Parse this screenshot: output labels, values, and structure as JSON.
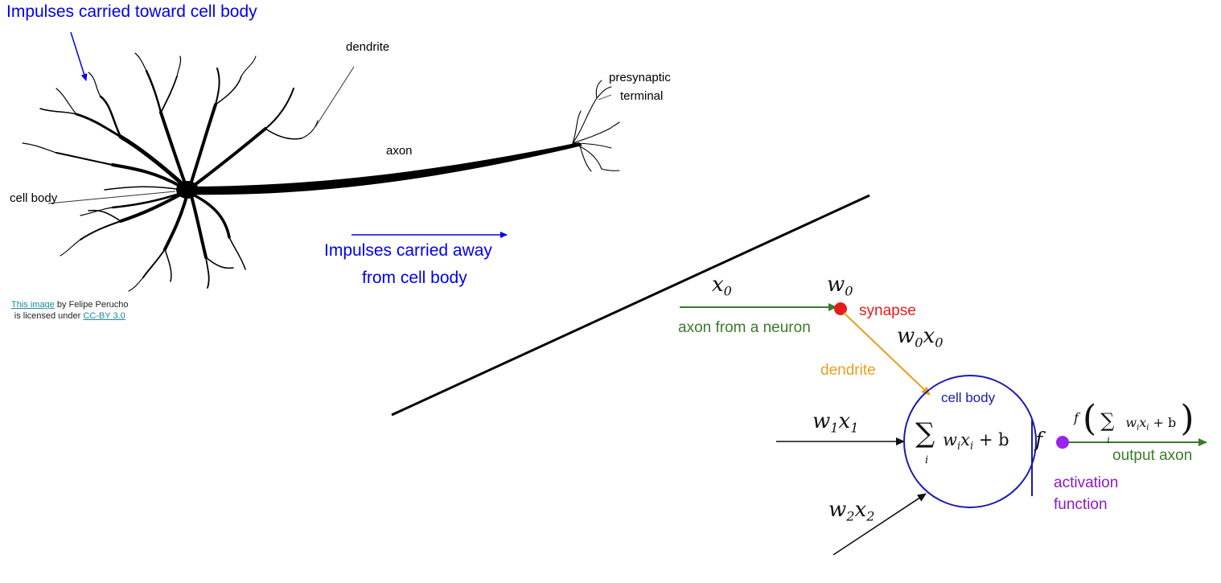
{
  "neuron": {
    "label_toward": "Impulses carried toward cell body",
    "label_dendrite": "dendrite",
    "label_presynaptic_line1": "presynaptic",
    "label_presynaptic_line2": "terminal",
    "label_axon": "axon",
    "label_cell_body": "cell body",
    "label_away_line1": "Impulses carried away",
    "label_away_line2": "from cell body",
    "credit": {
      "link1": "This image",
      "by": " by Felipe Perucho",
      "licensed": "is licensed under ",
      "link2": "CC-BY 3.0"
    }
  },
  "model": {
    "x0_var": "x",
    "x0_sub": "0",
    "w0_var": "w",
    "w0_sub": "0",
    "synapse": "synapse",
    "axon_from": "axon from a neuron",
    "w0x0_a": "w",
    "w0x0_a_sub": "0",
    "w0x0_b": "x",
    "w0x0_b_sub": "0",
    "dendrite": "dendrite",
    "cell_body": "cell body",
    "w1x1_a": "w",
    "w1x1_a_sub": "1",
    "w1x1_b": "x",
    "w1x1_b_sub": "1",
    "w2x2_a": "w",
    "w2x2_a_sub": "2",
    "w2x2_b": "x",
    "w2x2_b_sub": "2",
    "sum_symbol": "∑",
    "sum_index": "i",
    "sum_body_w": "w",
    "sum_body_i": "i",
    "sum_body_x": "x",
    "sum_body_i2": "i",
    "sum_plus_b": " + b",
    "f": "f",
    "out_f": "f",
    "output_axon": "output axon",
    "activation_line1": "activation",
    "activation_line2": "function"
  },
  "colors": {
    "blue_text": "#0000ee",
    "green": "#3c7a2a",
    "orange": "#e8a020",
    "red": "#e51c1c",
    "navy": "#1a1ab0",
    "purple": "#8e18c8"
  }
}
